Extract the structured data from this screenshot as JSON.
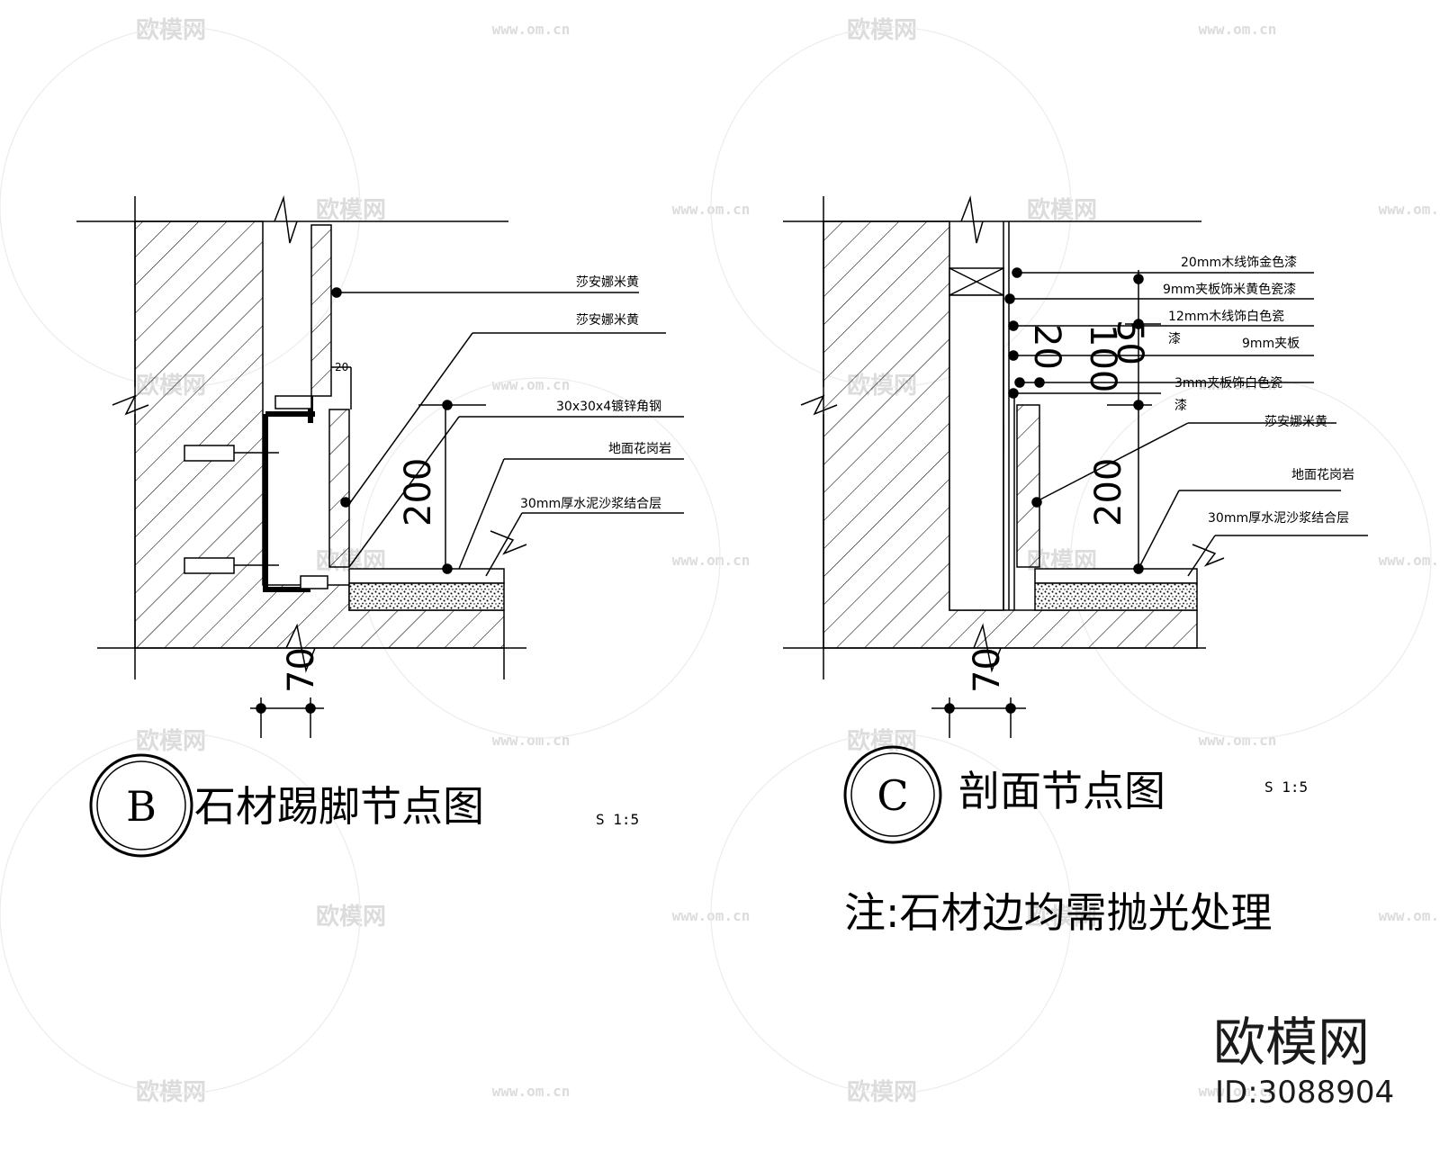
{
  "watermark": {
    "brand": "欧模网",
    "url": "www.om.cn"
  },
  "detail_b": {
    "circle_letter": "B",
    "title": "石材踢脚节点图",
    "scale": "S 1:5",
    "labels": [
      "莎安娜米黄",
      "莎安娜米黄",
      "30x30x4镀锌角钢",
      "地面花岗岩",
      "30mm厚水泥沙浆结合层"
    ],
    "dims": {
      "top_offset": "20",
      "height": "200",
      "bottom": "70"
    }
  },
  "detail_c": {
    "circle_letter": "C",
    "title": "剖面节点图",
    "scale": "S 1:5",
    "labels": [
      "20mm木线饰金色漆",
      "9mm夹板饰米黄色瓷漆",
      "12mm木线饰白色瓷",
      "漆",
      "9mm夹板",
      "3mm夹板饰白色瓷",
      "漆",
      "莎安娜米黄",
      "地面花岗岩",
      "30mm厚水泥沙浆结合层"
    ],
    "dims": {
      "d1": "50",
      "d2": "100",
      "d3": "20",
      "height": "200",
      "bottom": "70"
    }
  },
  "note": "注:石材边均需抛光处理",
  "brand": {
    "name": "欧模网",
    "id": "ID:3088904"
  }
}
